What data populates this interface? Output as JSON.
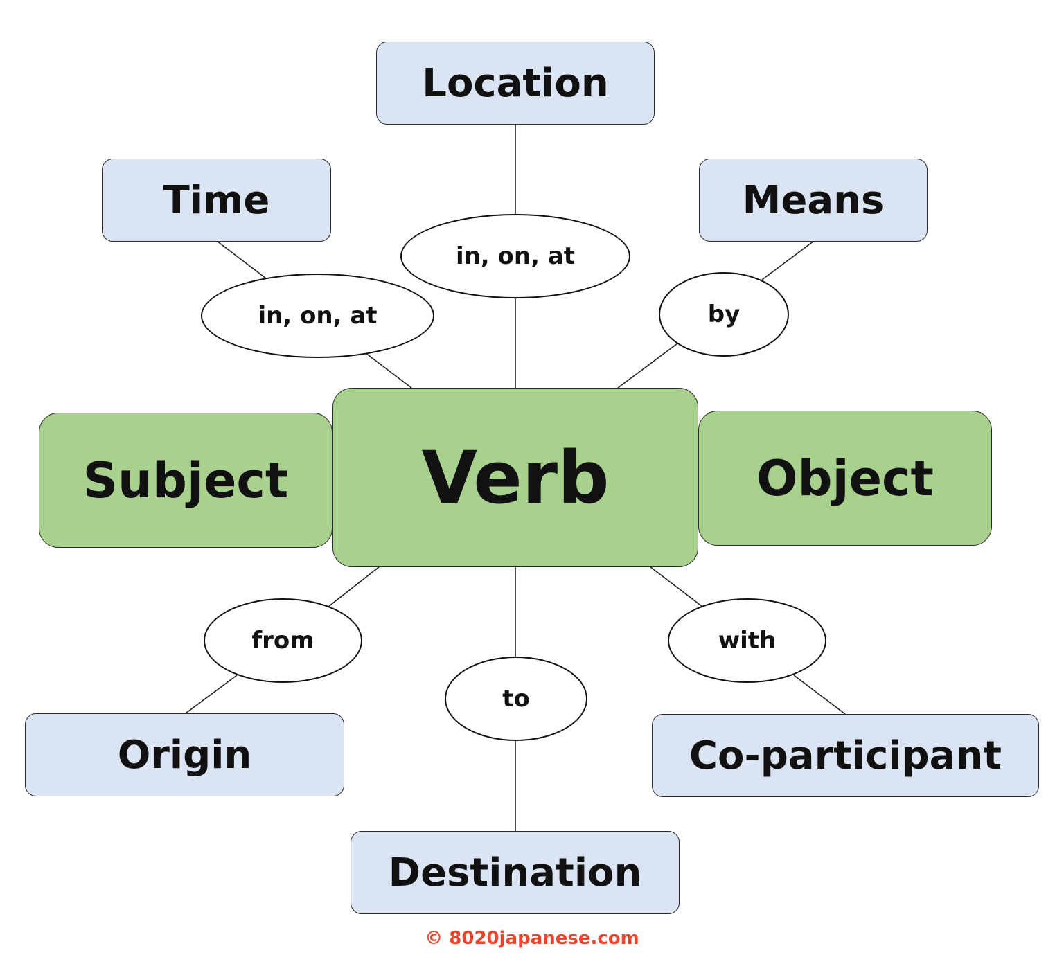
{
  "nodes": {
    "location": "Location",
    "time": "Time",
    "means": "Means",
    "subject": "Subject",
    "verb": "Verb",
    "object": "Object",
    "origin": "Origin",
    "destination": "Destination",
    "coparticipant": "Co-participant"
  },
  "particles": {
    "location": "in, on, at",
    "time": "in, on, at",
    "means": "by",
    "origin": "from",
    "destination": "to",
    "coparticipant": "with"
  },
  "credit": "© 8020japanese.com",
  "colors": {
    "role_fill": "#dbe4f3",
    "core_fill": "#a9d18e",
    "credit": "#e8452c"
  }
}
